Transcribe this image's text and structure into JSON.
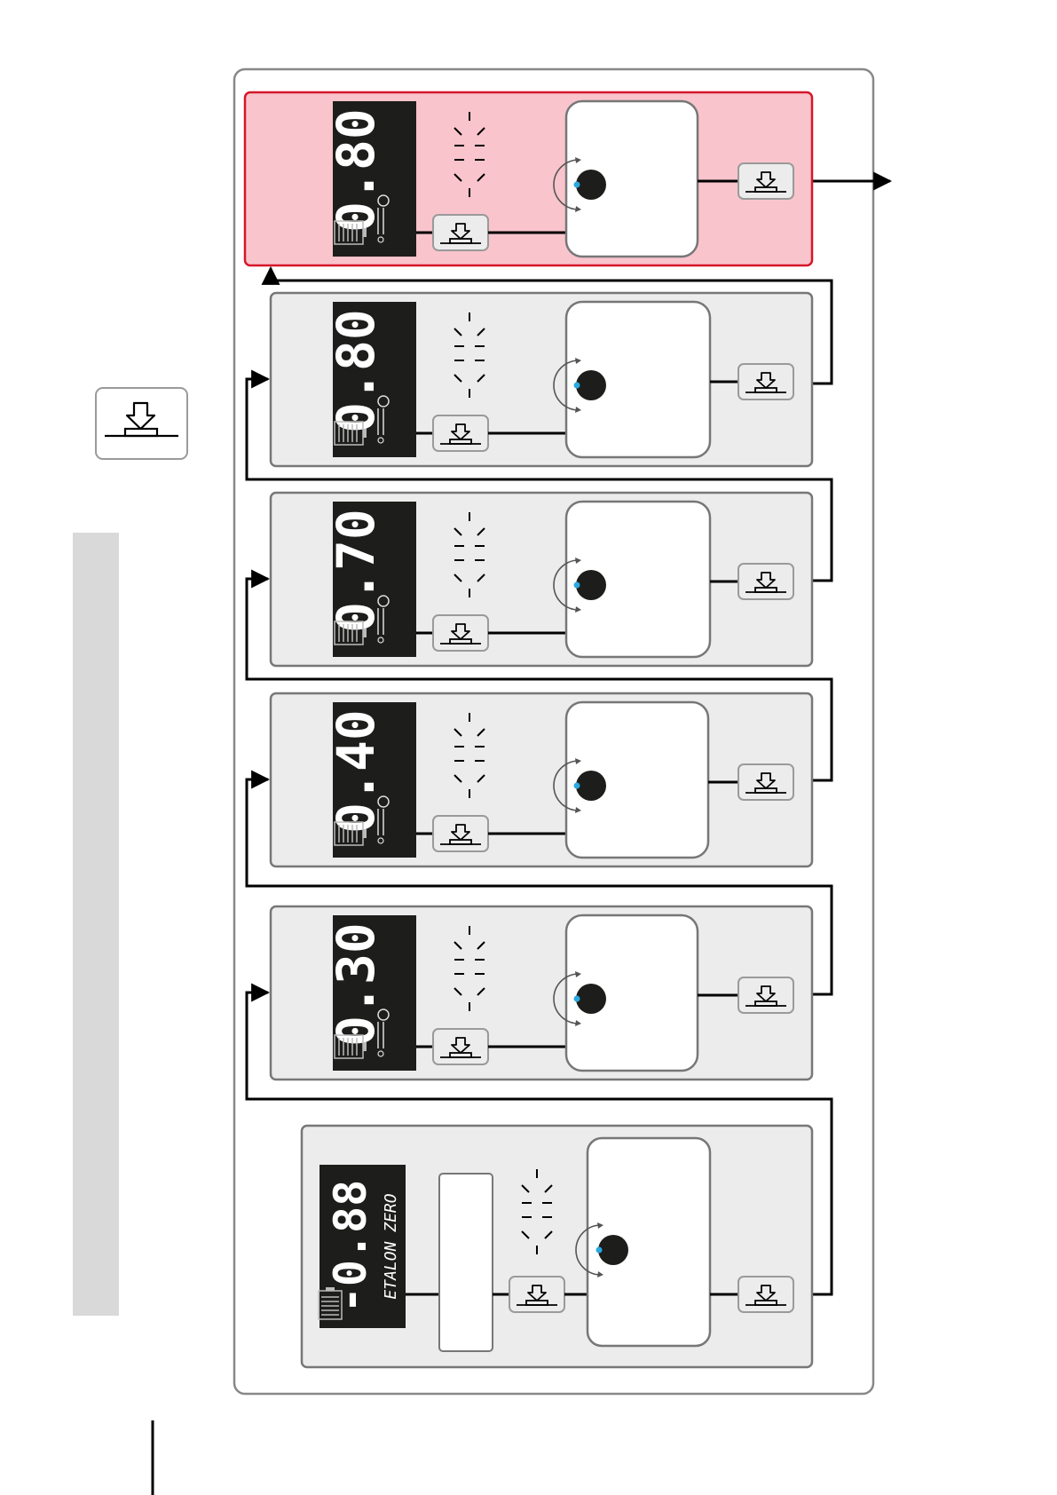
{
  "colors": {
    "highlight_fill": "#f9c4cc",
    "highlight_stroke": "#d7162a",
    "panel_fill": "#ececec",
    "panel_stroke": "#777777",
    "lcd_bg": "#1d1d1b",
    "knob_dot": "#29a9e0",
    "side_bar": "#d9d9d9"
  },
  "icons": {
    "press_button": "press-down-arrow-button-icon",
    "knob": "rotary-knob-icon",
    "blink": "blink-rays-icon",
    "battery": "battery-icon",
    "tank": "tank-icon"
  },
  "steps": [
    {
      "id": "step-1",
      "display": "0.80",
      "highlighted": true
    },
    {
      "id": "step-2",
      "display": "0.80",
      "highlighted": false
    },
    {
      "id": "step-3",
      "display": "0.70",
      "highlighted": false
    },
    {
      "id": "step-4",
      "display": "0.40",
      "highlighted": false
    },
    {
      "id": "step-5",
      "display": "0.30",
      "highlighted": false
    }
  ],
  "start": {
    "display": "-0.88",
    "label": "ETALON ZERO"
  }
}
